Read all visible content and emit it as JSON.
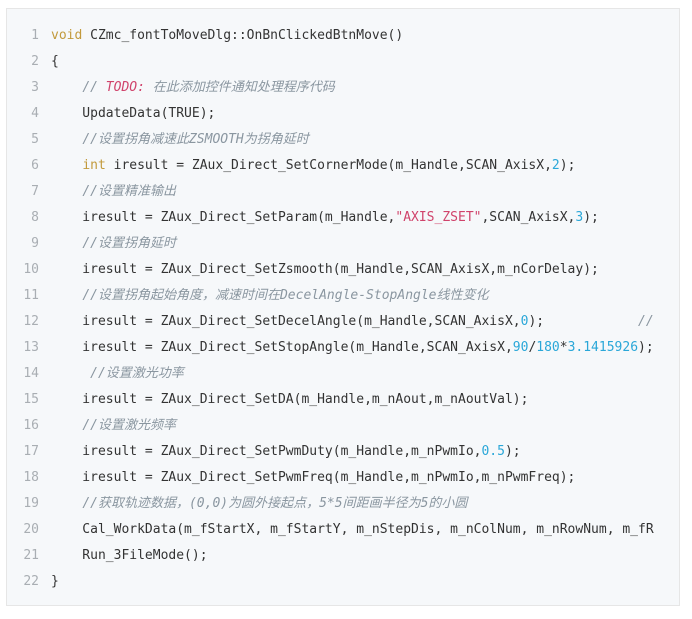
{
  "code": {
    "lines": [
      {
        "n": "1",
        "tokens": [
          {
            "t": "kw",
            "v": "void"
          },
          {
            "t": "plain",
            "v": " CZmc_fontToMoveDlg::OnBnClickedBtnMove()"
          }
        ]
      },
      {
        "n": "2",
        "tokens": [
          {
            "t": "plain",
            "v": "{"
          }
        ]
      },
      {
        "n": "3",
        "tokens": [
          {
            "t": "plain",
            "v": "    "
          },
          {
            "t": "comment",
            "v": "// "
          },
          {
            "t": "todo",
            "v": "TODO:"
          },
          {
            "t": "comment",
            "v": " 在此添加控件通知处理程序代码"
          }
        ]
      },
      {
        "n": "4",
        "tokens": [
          {
            "t": "plain",
            "v": "    UpdateData(TRUE);"
          }
        ]
      },
      {
        "n": "5",
        "tokens": [
          {
            "t": "plain",
            "v": "    "
          },
          {
            "t": "comment",
            "v": "//设置拐角减速此ZSMOOTH为拐角延时"
          }
        ]
      },
      {
        "n": "6",
        "tokens": [
          {
            "t": "plain",
            "v": "    "
          },
          {
            "t": "kw",
            "v": "int"
          },
          {
            "t": "plain",
            "v": " iresult = ZAux_Direct_SetCornerMode(m_Handle,SCAN_AxisX,"
          },
          {
            "t": "num",
            "v": "2"
          },
          {
            "t": "plain",
            "v": ");"
          }
        ]
      },
      {
        "n": "7",
        "tokens": [
          {
            "t": "plain",
            "v": "    "
          },
          {
            "t": "comment",
            "v": "//设置精准输出"
          }
        ]
      },
      {
        "n": "8",
        "tokens": [
          {
            "t": "plain",
            "v": "    iresult = ZAux_Direct_SetParam(m_Handle,"
          },
          {
            "t": "str",
            "v": "\"AXIS_ZSET\""
          },
          {
            "t": "plain",
            "v": ",SCAN_AxisX,"
          },
          {
            "t": "num",
            "v": "3"
          },
          {
            "t": "plain",
            "v": ");"
          }
        ]
      },
      {
        "n": "9",
        "tokens": [
          {
            "t": "plain",
            "v": "    "
          },
          {
            "t": "comment",
            "v": "//设置拐角延时"
          }
        ]
      },
      {
        "n": "10",
        "tokens": [
          {
            "t": "plain",
            "v": "    iresult = ZAux_Direct_SetZsmooth(m_Handle,SCAN_AxisX,m_nCorDelay);"
          }
        ]
      },
      {
        "n": "11",
        "tokens": [
          {
            "t": "plain",
            "v": "    "
          },
          {
            "t": "comment",
            "v": "//设置拐角起始角度，减速时间在DecelAngle-StopAngle线性变化"
          }
        ]
      },
      {
        "n": "12",
        "tokens": [
          {
            "t": "plain",
            "v": "    iresult = ZAux_Direct_SetDecelAngle(m_Handle,SCAN_AxisX,"
          },
          {
            "t": "num",
            "v": "0"
          },
          {
            "t": "plain",
            "v": ");            "
          },
          {
            "t": "comment",
            "v": "//"
          }
        ]
      },
      {
        "n": "13",
        "tokens": [
          {
            "t": "plain",
            "v": "    iresult = ZAux_Direct_SetStopAngle(m_Handle,SCAN_AxisX,"
          },
          {
            "t": "num",
            "v": "90"
          },
          {
            "t": "plain",
            "v": "/"
          },
          {
            "t": "num",
            "v": "180"
          },
          {
            "t": "plain",
            "v": "*"
          },
          {
            "t": "num",
            "v": "3.1415926"
          },
          {
            "t": "plain",
            "v": ");"
          }
        ]
      },
      {
        "n": "14",
        "tokens": [
          {
            "t": "plain",
            "v": "     "
          },
          {
            "t": "comment",
            "v": "//设置激光功率"
          }
        ]
      },
      {
        "n": "15",
        "tokens": [
          {
            "t": "plain",
            "v": "    iresult = ZAux_Direct_SetDA(m_Handle,m_nAout,m_nAoutVal);"
          }
        ]
      },
      {
        "n": "16",
        "tokens": [
          {
            "t": "plain",
            "v": "    "
          },
          {
            "t": "comment",
            "v": "//设置激光频率"
          }
        ]
      },
      {
        "n": "17",
        "tokens": [
          {
            "t": "plain",
            "v": "    iresult = ZAux_Direct_SetPwmDuty(m_Handle,m_nPwmIo,"
          },
          {
            "t": "num",
            "v": "0.5"
          },
          {
            "t": "plain",
            "v": ");"
          }
        ]
      },
      {
        "n": "18",
        "tokens": [
          {
            "t": "plain",
            "v": "    iresult = ZAux_Direct_SetPwmFreq(m_Handle,m_nPwmIo,m_nPwmFreq);"
          }
        ]
      },
      {
        "n": "19",
        "tokens": [
          {
            "t": "plain",
            "v": "    "
          },
          {
            "t": "comment",
            "v": "//获取轨迹数据，(0,0)为圆外接起点，5*5间距画半径为5的小圆"
          }
        ]
      },
      {
        "n": "20",
        "tokens": [
          {
            "t": "plain",
            "v": "    Cal_WorkData(m_fStartX, m_fStartY, m_nStepDis, m_nColNum, m_nRowNum, m_fR"
          }
        ]
      },
      {
        "n": "21",
        "tokens": [
          {
            "t": "plain",
            "v": "    Run_3FileMode();"
          }
        ]
      },
      {
        "n": "22",
        "tokens": [
          {
            "t": "plain",
            "v": "}"
          }
        ]
      }
    ]
  },
  "colors": {
    "keyword": "#c29a3c",
    "comment": "#8a96a0",
    "string": "#d0436b",
    "number": "#2aa7d8",
    "line_number": "#a9aeb3",
    "background": "#f6f8fa"
  }
}
